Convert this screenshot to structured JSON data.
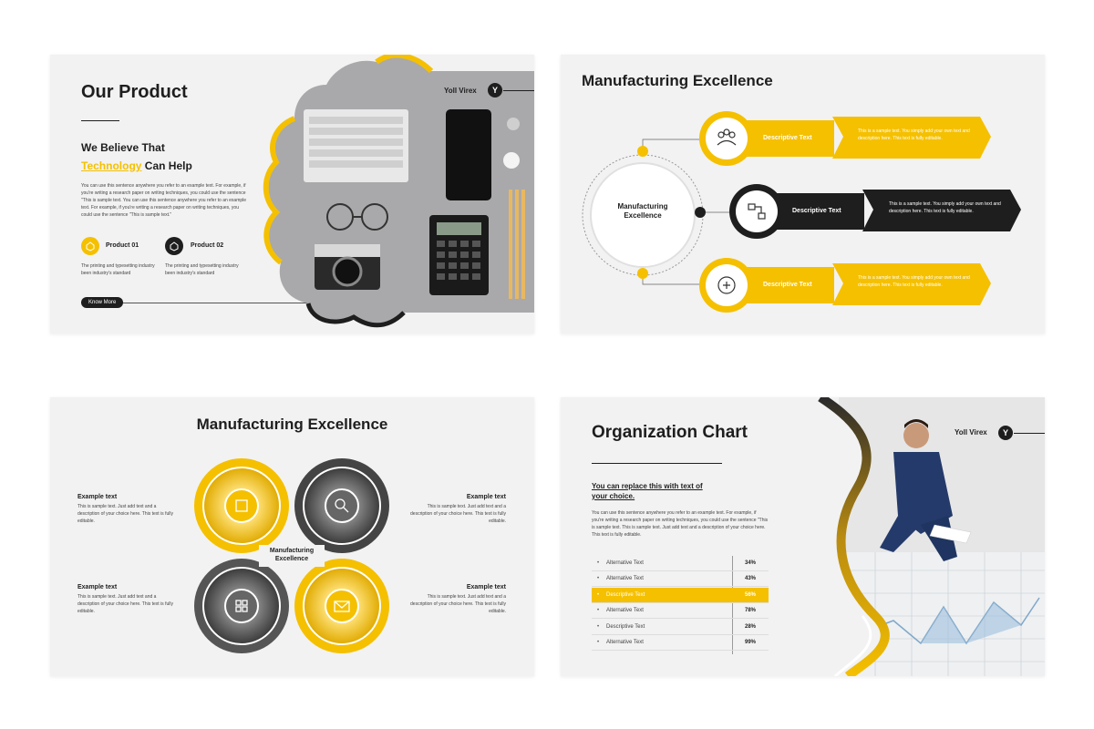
{
  "slide1": {
    "title": "Our Product",
    "subtitle_line1": "We Believe That",
    "subtitle_highlight": "Technology",
    "subtitle_rest": " Can Help",
    "body": "You can use this sentence anywhere you refer to an example text. For example, if you're writing a research paper on writing techniques, you could use the sentence \"This is sample text. You can use this sentence anywhere you refer to an example text. For example, if you're writing a research paper on writing techniques, you could use the sentence \"This is sample text.\"",
    "product1_title": "Product 01",
    "product1_text": "The printing and typesetting industry been industry's standard",
    "product2_title": "Product 02",
    "product2_text": "The printing and typesetting industry been industry's standard",
    "button": "Know More",
    "brand": "Yoll Virex",
    "brand_letter": "Y"
  },
  "slide2": {
    "title": "Manufacturing Excellence",
    "center_label": "Manufacturing Excellence",
    "items": [
      {
        "label": "Descriptive Text",
        "text": "This is a sample text. You simply add your own text and description here. This text is fully editable."
      },
      {
        "label": "Descriptive Text",
        "text": "This is a sample text. You simply add your own text and description here. This text is fully editable."
      },
      {
        "label": "Descriptive Text",
        "text": "This is a sample text. You simply add your own text and description here. This text is fully editable."
      }
    ]
  },
  "slide3": {
    "title": "Manufacturing Excellence",
    "center_label": "Manufacturing Excellence",
    "blocks": [
      {
        "title": "Example text",
        "text": "This is sample text. Just add text and a description of your choice here. This text is fully editable."
      },
      {
        "title": "Example text",
        "text": "This is sample text. Just add text and a description of your choice here. This text is fully editable."
      },
      {
        "title": "Example text",
        "text": "This is sample text. Just add text and a description of your choice here. This text is fully editable."
      },
      {
        "title": "Example text",
        "text": "This is sample text. Just add text and a description of your choice here. This text is fully editable."
      }
    ]
  },
  "slide4": {
    "title": "Organization Chart",
    "subtitle": "You can replace this with text of your choice.",
    "body": "You can use this sentence anywhere you refer to an example text. For example, if you're writing a research paper on writing techniques, you could use the sentence \"This is sample text. This is sample text. Just add text and a description of your choice here. This text is fully editable.",
    "brand": "Yoll Virex",
    "brand_letter": "Y",
    "rows": [
      {
        "label": "Alternative Text",
        "value": "34%"
      },
      {
        "label": "Alternative Text",
        "value": "43%"
      },
      {
        "label": "Descriptive Text",
        "value": "56%"
      },
      {
        "label": "Alternative Text",
        "value": "78%"
      },
      {
        "label": "Descriptive Text",
        "value": "28%"
      },
      {
        "label": "Alternative Text",
        "value": "99%"
      }
    ]
  },
  "colors": {
    "accent": "#f5c000",
    "dark": "#1e1e1e",
    "background": "#f2f2f2"
  }
}
